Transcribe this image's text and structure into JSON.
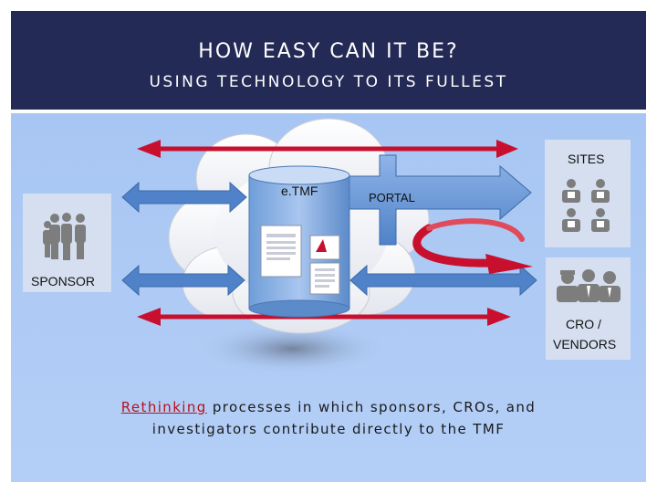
{
  "header": {
    "title": "HOW EASY CAN IT BE?",
    "subtitle": "USING TECHNOLOGY TO ITS FULLEST"
  },
  "diagram": {
    "etmf_label": "e.TMF",
    "portal_label": "PORTAL",
    "sites_label": "SITES",
    "sponsor_label": "SPONSOR",
    "cro_label_line1": "CRO /",
    "cro_label_line2": "VENDORS"
  },
  "caption": {
    "highlight": "Rethinking",
    "line1_rest": " processes in which sponsors, CROs, and",
    "line2": "investigators contribute directly to the TMF"
  },
  "colors": {
    "header_bg": "#232a55",
    "accent_red": "#c8102e",
    "arrow_blue": "#5a8fd6"
  }
}
